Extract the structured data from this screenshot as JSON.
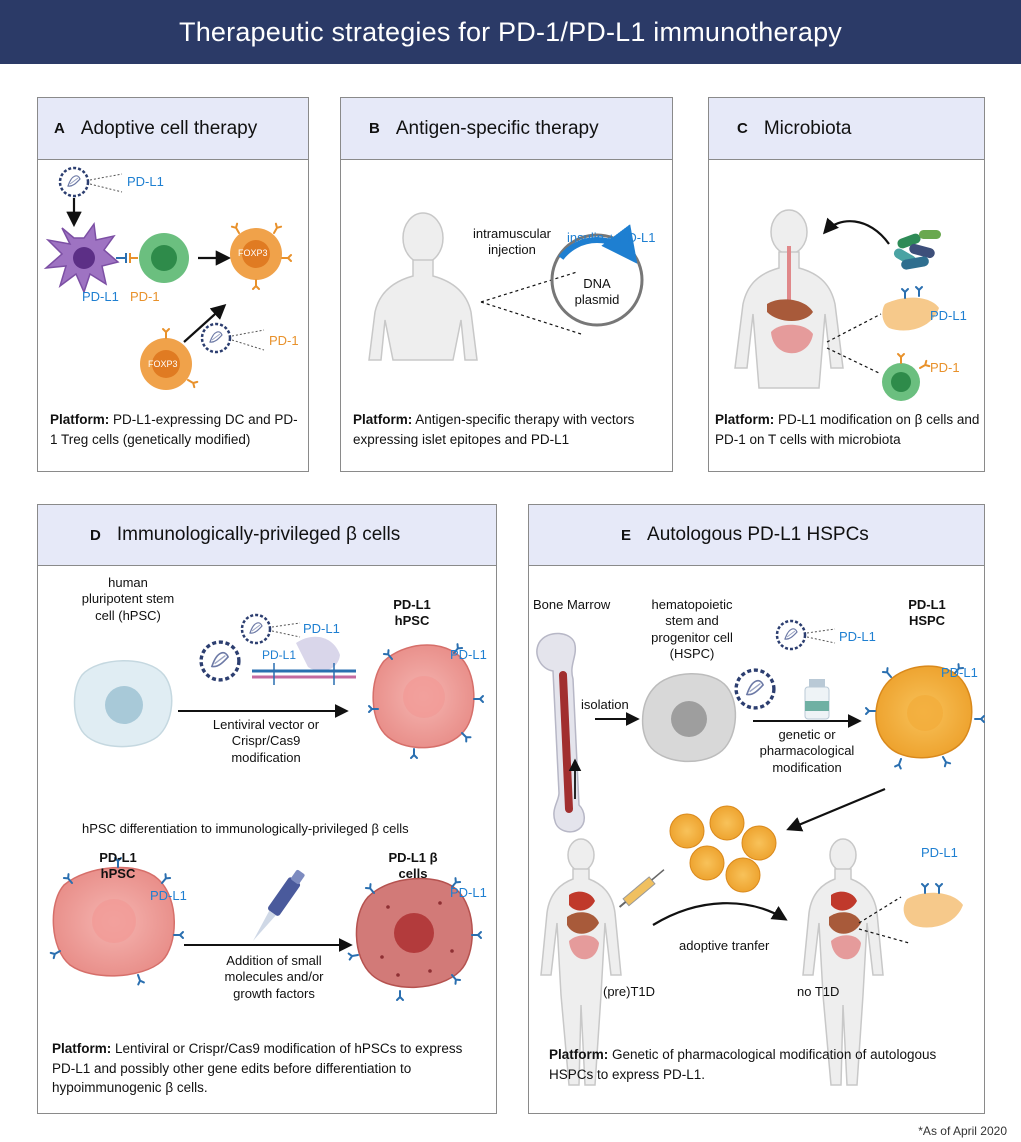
{
  "title": "Therapeutic strategies for PD-1/PD-L1 immunotherapy",
  "footnote": "*As of April 2020",
  "panels": {
    "a": {
      "letter": "A",
      "title": "Adoptive cell therapy",
      "labels": {
        "pdl1_virus": "PD-L1",
        "pdl1_dc": "PD-L1",
        "pd1_cell": "PD-1",
        "foxp3_top": "FOXP3",
        "foxp3_bottom": "FOXP3",
        "pd1_virus": "PD-1"
      },
      "platform_label": "Platform:",
      "platform_text": "PD-L1-expressing DC and PD-1 Treg cells (genetically modified)"
    },
    "b": {
      "letter": "B",
      "title": "Antigen-specific therapy",
      "labels": {
        "injection": "intramuscular injection",
        "insulin": "insulin + PD-L1",
        "plasmid": "DNA plasmid"
      },
      "platform_label": "Platform:",
      "platform_text": "Antigen-specific therapy with vectors expressing  islet epitopes and PD-L1"
    },
    "c": {
      "letter": "C",
      "title": "Microbiota",
      "labels": {
        "pdl1": "PD-L1",
        "pd1": "PD-1"
      },
      "platform_label": "Platform:",
      "platform_text": "PD-L1 modification on β cells and PD-1 on T cells with microbiota"
    },
    "d": {
      "letter": "D",
      "title": "Immunologically-privileged  β cells",
      "labels": {
        "hpsc": "human pluripotent stem cell (hPSC)",
        "pdl1_hpsc_title": "PD-L1 hPSC",
        "pdl1_virus": "PD-L1",
        "pdl1_construct": "PD-L1",
        "pdl1_cell_top": "PD-L1",
        "lentiviral": "Lentiviral vector or Crispr/Cas9 modification",
        "differentiation": "hPSC differentiation to immunologically-privileged β cells",
        "pdl1_hpsc_bottom": "PD-L1 hPSC",
        "pdl1_cell_bl": "PD-L1",
        "pdl1_beta": "PD-L1 β cells",
        "pdl1_cell_br": "PD-L1",
        "addition": "Addition of small molecules and/or growth factors"
      },
      "platform_label": "Platform:",
      "platform_text": "Lentiviral or Crispr/Cas9  modification of hPSCs to express PD-L1 and possibly other gene edits before differentiation to hypoimmunogenic β cells."
    },
    "e": {
      "letter": "E",
      "title": "Autologous PD-L1 HSPCs",
      "labels": {
        "bone_marrow": "Bone Marrow",
        "hspc": "hematopoietic stem and progenitor cell (HSPC)",
        "pdl1_hspc": "PD-L1 HSPC",
        "pdl1_virus": "PD-L1",
        "pdl1_cell": "PD-L1",
        "isolation": "isolation",
        "modification": "genetic or pharmacological modification",
        "pdl1_pancreas": "PD-L1",
        "adoptive": "adoptive tranfer",
        "pre_t1d": "(pre)T1D",
        "no_t1d": "no T1D"
      },
      "platform_label": "Platform:",
      "platform_text": "Genetic of pharmacological modification of autologous HSPCs to express PD-L1."
    }
  },
  "colors": {
    "header_bg": "#2b3a67",
    "panel_head": "#e6e9f8",
    "pdl1_blue": "#1e7fd1",
    "pd1_orange": "#e8912b"
  }
}
